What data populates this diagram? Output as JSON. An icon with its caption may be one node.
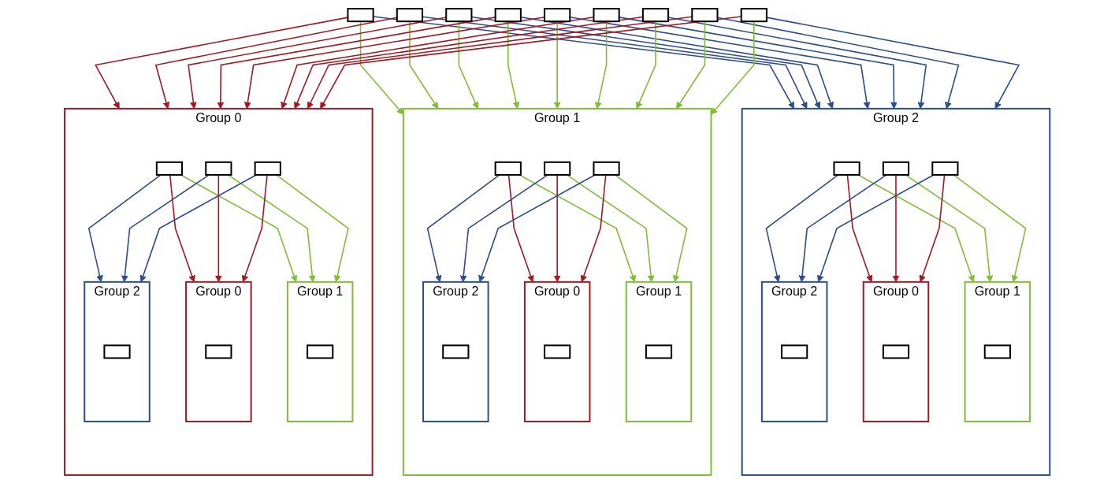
{
  "diagram": {
    "nodes": [
      {
        "text": [],
        "shape": "box"
      },
      {
        "text": [],
        "shape": "box"
      },
      {
        "text": [],
        "shape": "box"
      },
      {
        "text": [],
        "shape": "box"
      },
      {
        "text": [],
        "shape": "box"
      },
      {
        "text": [],
        "shape": "box"
      },
      {
        "text": [],
        "shape": "box"
      },
      {
        "text": [],
        "shape": "box"
      },
      {
        "text": [],
        "shape": "box"
      },
      {
        "text": [
          "Group 0"
        ]
      },
      {
        "text": [],
        "shape": "box",
        "in": 9
      },
      {
        "text": [],
        "shape": "box",
        "in": 9
      },
      {
        "text": [],
        "shape": "box",
        "in": 9
      },
      {
        "text": [
          "Group 0"
        ],
        "in": 9
      },
      {
        "text": [],
        "shape": "box",
        "in": 13
      },
      {
        "text": [
          "Group 1"
        ],
        "in": 9
      },
      {
        "text": [],
        "shape": "box",
        "in": 15
      },
      {
        "text": [
          "Group 2"
        ],
        "in": 9
      },
      {
        "text": [],
        "shape": "box",
        "in": 17
      },
      {
        "text": [
          "Group 1"
        ]
      },
      {
        "text": [],
        "shape": "box",
        "in": 19
      },
      {
        "text": [],
        "shape": "box",
        "in": 19
      },
      {
        "text": [],
        "shape": "box",
        "in": 19
      },
      {
        "text": [
          "Group 0"
        ],
        "in": 19
      },
      {
        "text": [],
        "shape": "box",
        "in": 23
      },
      {
        "text": [
          "Group 1"
        ],
        "in": 19
      },
      {
        "text": [],
        "shape": "box",
        "in": 25
      },
      {
        "text": [
          "Group 2"
        ],
        "in": 19
      },
      {
        "text": [],
        "shape": "box",
        "in": 27
      },
      {
        "text": [
          "Group 2"
        ]
      },
      {
        "text": [],
        "shape": "box",
        "in": 29
      },
      {
        "text": [],
        "shape": "box",
        "in": 29
      },
      {
        "text": [],
        "shape": "box",
        "in": 29
      },
      {
        "text": [
          "Group 0"
        ],
        "in": 29
      },
      {
        "text": [],
        "shape": "box",
        "in": 33
      },
      {
        "text": [
          "Group 1"
        ],
        "in": 29
      },
      {
        "text": [],
        "shape": "box",
        "in": 35
      },
      {
        "text": [
          "Group 2"
        ],
        "in": 29
      },
      {
        "text": [],
        "shape": "box",
        "in": 37
      }
    ],
    "edges": [
      {
        "from": 0,
        "to": 9,
        "arrow": "to",
        "color": "#a21a24"
      },
      {
        "from": 0,
        "to": 19,
        "arrow": "to",
        "color": "#80bd3a"
      },
      {
        "from": 0,
        "to": 29,
        "arrow": "to",
        "color": "#2e4d8c"
      },
      {
        "from": 1,
        "to": 9,
        "arrow": "to",
        "color": "#a21a24"
      },
      {
        "from": 1,
        "to": 19,
        "arrow": "to",
        "color": "#80bd3a"
      },
      {
        "from": 1,
        "to": 29,
        "arrow": "to",
        "color": "#2e4d8c"
      },
      {
        "from": 2,
        "to": 9,
        "arrow": "to",
        "color": "#a21a24"
      },
      {
        "from": 2,
        "to": 19,
        "arrow": "to",
        "color": "#80bd3a"
      },
      {
        "from": 2,
        "to": 29,
        "arrow": "to",
        "color": "#2e4d8c"
      },
      {
        "from": 3,
        "to": 9,
        "arrow": "to",
        "color": "#a21a24"
      },
      {
        "from": 3,
        "to": 19,
        "arrow": "to",
        "color": "#80bd3a"
      },
      {
        "from": 3,
        "to": 29,
        "arrow": "to",
        "color": "#2e4d8c"
      },
      {
        "from": 4,
        "to": 9,
        "arrow": "to",
        "color": "#a21a24"
      },
      {
        "from": 4,
        "to": 19,
        "arrow": "to",
        "color": "#80bd3a"
      },
      {
        "from": 4,
        "to": 29,
        "arrow": "to",
        "color": "#2e4d8c"
      },
      {
        "from": 5,
        "to": 9,
        "arrow": "to",
        "color": "#a21a24"
      },
      {
        "from": 5,
        "to": 19,
        "arrow": "to",
        "color": "#80bd3a"
      },
      {
        "from": 5,
        "to": 29,
        "arrow": "to",
        "color": "#2e4d8c"
      },
      {
        "from": 6,
        "to": 9,
        "arrow": "to",
        "color": "#a21a24"
      },
      {
        "from": 6,
        "to": 19,
        "arrow": "to",
        "color": "#80bd3a"
      },
      {
        "from": 6,
        "to": 29,
        "arrow": "to",
        "color": "#2e4d8c"
      },
      {
        "from": 7,
        "to": 9,
        "arrow": "to",
        "color": "#a21a24"
      },
      {
        "from": 7,
        "to": 19,
        "arrow": "to",
        "color": "#80bd3a"
      },
      {
        "from": 7,
        "to": 29,
        "arrow": "to",
        "color": "#2e4d8c"
      },
      {
        "from": 8,
        "to": 9,
        "arrow": "to",
        "color": "#a21a24"
      },
      {
        "from": 8,
        "to": 19,
        "arrow": "to",
        "color": "#80bd3a"
      },
      {
        "from": 8,
        "to": 29,
        "arrow": "to",
        "color": "#2e4d8c"
      },
      {
        "from": 10,
        "to": 13,
        "arrow": "to",
        "color": "#a21a24"
      },
      {
        "from": 10,
        "to": 15,
        "arrow": "to",
        "color": "#80bd3a"
      },
      {
        "from": 10,
        "to": 17,
        "arrow": "to",
        "color": "#2e4d8c"
      },
      {
        "from": 11,
        "to": 13,
        "arrow": "to",
        "color": "#a21a24"
      },
      {
        "from": 11,
        "to": 15,
        "arrow": "to",
        "color": "#80bd3a"
      },
      {
        "from": 11,
        "to": 17,
        "arrow": "to",
        "color": "#2e4d8c"
      },
      {
        "from": 12,
        "to": 13,
        "arrow": "to",
        "color": "#a21a24"
      },
      {
        "from": 12,
        "to": 15,
        "arrow": "to",
        "color": "#80bd3a"
      },
      {
        "from": 12,
        "to": 17,
        "arrow": "to",
        "color": "#2e4d8c"
      },
      {
        "from": 20,
        "to": 23,
        "arrow": "to",
        "color": "#a21a24"
      },
      {
        "from": 20,
        "to": 25,
        "arrow": "to",
        "color": "#80bd3a"
      },
      {
        "from": 20,
        "to": 27,
        "arrow": "to",
        "color": "#2e4d8c"
      },
      {
        "from": 21,
        "to": 23,
        "arrow": "to",
        "color": "#a21a24"
      },
      {
        "from": 21,
        "to": 25,
        "arrow": "to",
        "color": "#80bd3a"
      },
      {
        "from": 21,
        "to": 27,
        "arrow": "to",
        "color": "#2e4d8c"
      },
      {
        "from": 22,
        "to": 23,
        "arrow": "to",
        "color": "#a21a24"
      },
      {
        "from": 22,
        "to": 25,
        "arrow": "to",
        "color": "#80bd3a"
      },
      {
        "from": 22,
        "to": 27,
        "arrow": "to",
        "color": "#2e4d8c"
      },
      {
        "from": 30,
        "to": 33,
        "arrow": "to",
        "color": "#a21a24"
      },
      {
        "from": 30,
        "to": 35,
        "arrow": "to",
        "color": "#80bd3a"
      },
      {
        "from": 30,
        "to": 37,
        "arrow": "to",
        "color": "#2e4d8c"
      },
      {
        "from": 31,
        "to": 33,
        "arrow": "to",
        "color": "#a21a24"
      },
      {
        "from": 31,
        "to": 35,
        "arrow": "to",
        "color": "#80bd3a"
      },
      {
        "from": 31,
        "to": 37,
        "arrow": "to",
        "color": "#2e4d8c"
      },
      {
        "from": 32,
        "to": 33,
        "arrow": "to",
        "color": "#a21a24"
      },
      {
        "from": 32,
        "to": 35,
        "arrow": "to",
        "color": "#80bd3a"
      },
      {
        "from": 32,
        "to": 37,
        "arrow": "to",
        "color": "#2e4d8c"
      }
    ]
  }
}
